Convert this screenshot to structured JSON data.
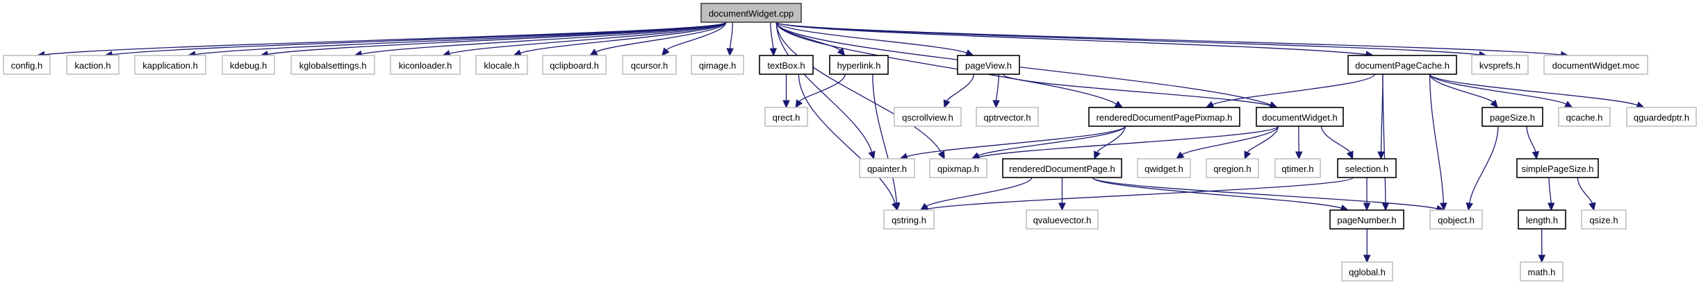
{
  "title": "documentWidget.cpp include dependency graph",
  "colors": {
    "edge": "#191970",
    "root_fill": "#bfbfbf",
    "external_border": "#bfbfbf",
    "documented_border": "#000000"
  },
  "nodes": [
    {
      "id": "root",
      "label": "documentWidget.cpp",
      "kind": "root"
    },
    {
      "id": "config",
      "label": "config.h",
      "kind": "ext"
    },
    {
      "id": "kaction",
      "label": "kaction.h",
      "kind": "ext"
    },
    {
      "id": "kapplication",
      "label": "kapplication.h",
      "kind": "ext"
    },
    {
      "id": "kdebug",
      "label": "kdebug.h",
      "kind": "ext"
    },
    {
      "id": "kglobalsettings",
      "label": "kglobalsettings.h",
      "kind": "ext"
    },
    {
      "id": "kiconloader",
      "label": "kiconloader.h",
      "kind": "ext"
    },
    {
      "id": "klocale",
      "label": "klocale.h",
      "kind": "ext"
    },
    {
      "id": "qclipboard",
      "label": "qclipboard.h",
      "kind": "ext"
    },
    {
      "id": "qcursor",
      "label": "qcursor.h",
      "kind": "ext"
    },
    {
      "id": "qimage",
      "label": "qimage.h",
      "kind": "ext"
    },
    {
      "id": "textBox",
      "label": "textBox.h",
      "kind": "doc"
    },
    {
      "id": "hyperlink",
      "label": "hyperlink.h",
      "kind": "doc"
    },
    {
      "id": "pageView",
      "label": "pageView.h",
      "kind": "doc"
    },
    {
      "id": "documentPageCache",
      "label": "documentPageCache.h",
      "kind": "doc"
    },
    {
      "id": "kvsprefs",
      "label": "kvsprefs.h",
      "kind": "ext"
    },
    {
      "id": "documentWidgetMoc",
      "label": "documentWidget.moc",
      "kind": "ext"
    },
    {
      "id": "qrect",
      "label": "qrect.h",
      "kind": "ext"
    },
    {
      "id": "qscrollview",
      "label": "qscrollview.h",
      "kind": "ext"
    },
    {
      "id": "qptrvector",
      "label": "qptrvector.h",
      "kind": "ext"
    },
    {
      "id": "renderedDocumentPagePixmap",
      "label": "renderedDocumentPagePixmap.h",
      "kind": "doc"
    },
    {
      "id": "documentWidgetH",
      "label": "documentWidget.h",
      "kind": "doc"
    },
    {
      "id": "pageSize",
      "label": "pageSize.h",
      "kind": "doc"
    },
    {
      "id": "qcache",
      "label": "qcache.h",
      "kind": "ext"
    },
    {
      "id": "qguardedptr",
      "label": "qguardedptr.h",
      "kind": "ext"
    },
    {
      "id": "qpainter",
      "label": "qpainter.h",
      "kind": "ext"
    },
    {
      "id": "qpixmap",
      "label": "qpixmap.h",
      "kind": "ext"
    },
    {
      "id": "renderedDocumentPage",
      "label": "renderedDocumentPage.h",
      "kind": "doc"
    },
    {
      "id": "qwidget",
      "label": "qwidget.h",
      "kind": "ext"
    },
    {
      "id": "qregion",
      "label": "qregion.h",
      "kind": "ext"
    },
    {
      "id": "qtimer",
      "label": "qtimer.h",
      "kind": "ext"
    },
    {
      "id": "selection",
      "label": "selection.h",
      "kind": "doc"
    },
    {
      "id": "simplePageSize",
      "label": "simplePageSize.h",
      "kind": "doc"
    },
    {
      "id": "qstring",
      "label": "qstring.h",
      "kind": "ext"
    },
    {
      "id": "qvaluevector",
      "label": "qvaluevector.h",
      "kind": "ext"
    },
    {
      "id": "pageNumber",
      "label": "pageNumber.h",
      "kind": "doc"
    },
    {
      "id": "qobject",
      "label": "qobject.h",
      "kind": "ext"
    },
    {
      "id": "length",
      "label": "length.h",
      "kind": "doc"
    },
    {
      "id": "qsize",
      "label": "qsize.h",
      "kind": "ext"
    },
    {
      "id": "qglobal",
      "label": "qglobal.h",
      "kind": "ext"
    },
    {
      "id": "math",
      "label": "math.h",
      "kind": "ext"
    }
  ],
  "edges": [
    [
      "root",
      "config"
    ],
    [
      "root",
      "kaction"
    ],
    [
      "root",
      "kapplication"
    ],
    [
      "root",
      "kdebug"
    ],
    [
      "root",
      "kglobalsettings"
    ],
    [
      "root",
      "kiconloader"
    ],
    [
      "root",
      "klocale"
    ],
    [
      "root",
      "qclipboard"
    ],
    [
      "root",
      "qcursor"
    ],
    [
      "root",
      "qimage"
    ],
    [
      "root",
      "textBox"
    ],
    [
      "root",
      "hyperlink"
    ],
    [
      "root",
      "pageView"
    ],
    [
      "root",
      "documentPageCache"
    ],
    [
      "root",
      "kvsprefs"
    ],
    [
      "root",
      "documentWidgetMoc"
    ],
    [
      "root",
      "qpainter"
    ],
    [
      "root",
      "qpixmap"
    ],
    [
      "root",
      "renderedDocumentPagePixmap"
    ],
    [
      "root",
      "documentWidgetH"
    ],
    [
      "textBox",
      "qrect"
    ],
    [
      "textBox",
      "qstring"
    ],
    [
      "hyperlink",
      "qrect"
    ],
    [
      "hyperlink",
      "qstring"
    ],
    [
      "pageView",
      "qscrollview"
    ],
    [
      "pageView",
      "qptrvector"
    ],
    [
      "pageView",
      "documentWidgetH"
    ],
    [
      "documentPageCache",
      "renderedDocumentPagePixmap"
    ],
    [
      "documentPageCache",
      "pageSize"
    ],
    [
      "documentPageCache",
      "qcache"
    ],
    [
      "documentPageCache",
      "qguardedptr"
    ],
    [
      "documentPageCache",
      "selection"
    ],
    [
      "documentPageCache",
      "pageNumber"
    ],
    [
      "documentPageCache",
      "qobject"
    ],
    [
      "renderedDocumentPagePixmap",
      "qpainter"
    ],
    [
      "renderedDocumentPagePixmap",
      "qpixmap"
    ],
    [
      "renderedDocumentPagePixmap",
      "renderedDocumentPage"
    ],
    [
      "documentWidgetH",
      "qpixmap"
    ],
    [
      "documentWidgetH",
      "qwidget"
    ],
    [
      "documentWidgetH",
      "qregion"
    ],
    [
      "documentWidgetH",
      "qtimer"
    ],
    [
      "documentWidgetH",
      "selection"
    ],
    [
      "renderedDocumentPage",
      "qstring"
    ],
    [
      "renderedDocumentPage",
      "qvaluevector"
    ],
    [
      "renderedDocumentPage",
      "pageNumber"
    ],
    [
      "renderedDocumentPage",
      "qobject"
    ],
    [
      "selection",
      "qstring"
    ],
    [
      "selection",
      "pageNumber"
    ],
    [
      "pageSize",
      "simplePageSize"
    ],
    [
      "pageSize",
      "qobject"
    ],
    [
      "simplePageSize",
      "length"
    ],
    [
      "simplePageSize",
      "qsize"
    ],
    [
      "pageNumber",
      "qglobal"
    ],
    [
      "length",
      "math"
    ]
  ]
}
